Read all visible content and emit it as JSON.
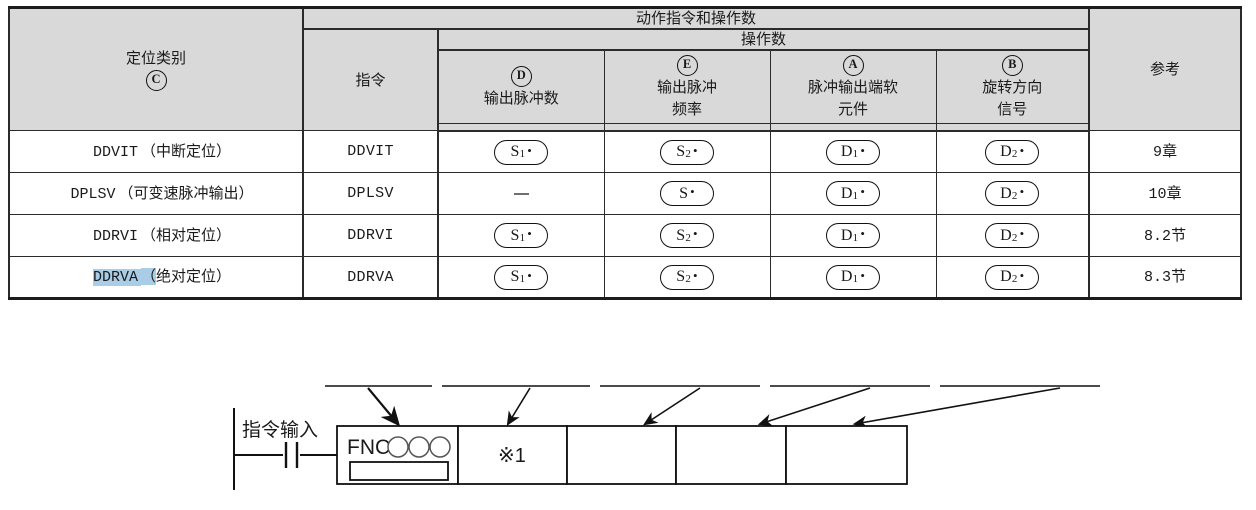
{
  "table": {
    "header": {
      "category_label": "定位类别",
      "category_marker": "C",
      "group_label": "动作指令和操作数",
      "instruction_label": "指令",
      "operand_group_label": "操作数",
      "reference_label": "参考",
      "operands": [
        {
          "marker": "D",
          "lines": [
            "输出脉冲数"
          ]
        },
        {
          "marker": "E",
          "lines": [
            "输出脉冲",
            "频率"
          ]
        },
        {
          "marker": "A",
          "lines": [
            "脉冲输出端软",
            "元件"
          ]
        },
        {
          "marker": "B",
          "lines": [
            "旋转方向",
            "信号"
          ]
        }
      ]
    },
    "rows": [
      {
        "category_code": "DDVIT",
        "category_desc": "（中断定位）",
        "highlighted": false,
        "instruction": "DDVIT",
        "operands": [
          {
            "type": "pill",
            "base": "S",
            "sub": "1",
            "dot": true
          },
          {
            "type": "pill",
            "base": "S",
            "sub": "2",
            "dot": true
          },
          {
            "type": "pill",
            "base": "D",
            "sub": "1",
            "dot": true
          },
          {
            "type": "pill",
            "base": "D",
            "sub": "2",
            "dot": true
          }
        ],
        "reference": "9章"
      },
      {
        "category_code": "DPLSV",
        "category_desc": "（可变速脉冲输出）",
        "highlighted": false,
        "instruction": "DPLSV",
        "operands": [
          {
            "type": "dash"
          },
          {
            "type": "pill",
            "base": "S",
            "sub": "",
            "dot": true
          },
          {
            "type": "pill",
            "base": "D",
            "sub": "1",
            "dot": true
          },
          {
            "type": "pill",
            "base": "D",
            "sub": "2",
            "dot": true
          }
        ],
        "reference": "10章"
      },
      {
        "category_code": "DDRVI",
        "category_desc": "（相对定位）",
        "highlighted": false,
        "instruction": "DDRVI",
        "operands": [
          {
            "type": "pill",
            "base": "S",
            "sub": "1",
            "dot": true
          },
          {
            "type": "pill",
            "base": "S",
            "sub": "2",
            "dot": true
          },
          {
            "type": "pill",
            "base": "D",
            "sub": "1",
            "dot": true
          },
          {
            "type": "pill",
            "base": "D",
            "sub": "2",
            "dot": true
          }
        ],
        "reference": "8.2节"
      },
      {
        "category_code": "DDRVA",
        "category_desc": "（绝对定位）",
        "highlighted": true,
        "highlight_color": "#a9cde6",
        "instruction": "DDRVA",
        "operands": [
          {
            "type": "pill",
            "base": "S",
            "sub": "1",
            "dot": true
          },
          {
            "type": "pill",
            "base": "S",
            "sub": "2",
            "dot": true
          },
          {
            "type": "pill",
            "base": "D",
            "sub": "1",
            "dot": true
          },
          {
            "type": "pill",
            "base": "D",
            "sub": "2",
            "dot": true
          }
        ],
        "reference": "8.3节"
      }
    ]
  },
  "ladder": {
    "input_label": "指令输入",
    "fnc_label": "FNC",
    "fnc_circles": 3,
    "note_label": "※1",
    "boxes": [
      "",
      "",
      ""
    ]
  },
  "colors": {
    "header_bg": "#d9d9d9",
    "body_bg": "#ffffff",
    "border": "#2b2b2b",
    "highlight": "#a9cde6"
  }
}
